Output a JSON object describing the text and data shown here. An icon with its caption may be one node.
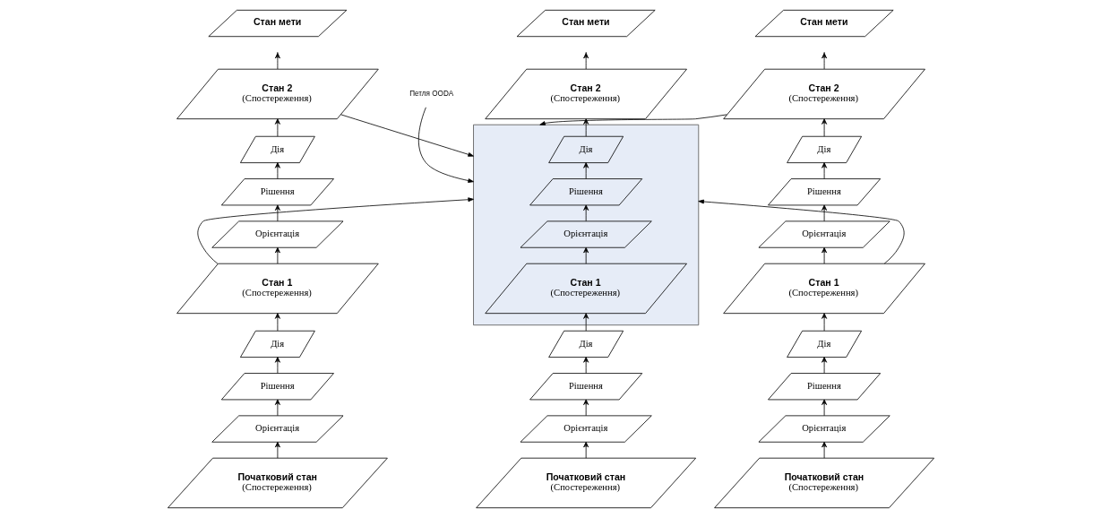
{
  "diagram": {
    "nodes": [
      {
        "text": [
          "Стан мети"
        ]
      },
      {
        "text": [
          "Стан мети"
        ]
      },
      {
        "text": [
          "Стан мети"
        ]
      },
      {
        "text": [
          "Петля OODA"
        ]
      },
      {
        "text": [
          "Стан 2",
          "(Спостереження)"
        ]
      },
      {
        "text": [
          "Рішення"
        ]
      },
      {
        "text": [
          "Орієнтація"
        ]
      },
      {
        "text": [
          "Дія"
        ]
      },
      {
        "text": [
          "Стан 1",
          "(Спостереження)"
        ]
      },
      {
        "text": [
          "Рішення"
        ]
      },
      {
        "text": [
          "Орієнтація"
        ]
      },
      {
        "text": [
          "Дія"
        ]
      },
      {
        "text": [
          "Початковий стан",
          "(Спостереження)"
        ]
      },
      {
        "text": [
          "Стан 2",
          "(Спостереження)"
        ]
      },
      {
        "text": [],
        "shape": "box"
      },
      {
        "text": [
          "Рішення"
        ],
        "in": 14
      },
      {
        "text": [
          "Орієнтація"
        ],
        "in": 14
      },
      {
        "text": [
          "Дія"
        ],
        "in": 14
      },
      {
        "text": [
          "Стан 1",
          "(Спостереження)"
        ],
        "in": 14
      },
      {
        "text": [
          "Рішення"
        ]
      },
      {
        "text": [
          "Орієнтація"
        ]
      },
      {
        "text": [
          "Дія"
        ]
      },
      {
        "text": [
          "Початковий стан",
          "(Спостереження)"
        ]
      },
      {
        "text": [
          "Стан 2",
          "(Спостереження)"
        ]
      },
      {
        "text": [
          "Рішення"
        ]
      },
      {
        "text": [
          "Орієнтація"
        ]
      },
      {
        "text": [
          "Дія"
        ]
      },
      {
        "text": [
          "Стан 1",
          "(Спостереження)"
        ]
      },
      {
        "text": [
          "Рішення"
        ]
      },
      {
        "text": [
          "Орієнтація"
        ]
      },
      {
        "text": [
          "Дія"
        ]
      },
      {
        "text": [
          "Початковий стан",
          "(Спостереження)"
        ]
      }
    ],
    "edges": [
      {
        "from": 12,
        "to": 10,
        "arrow": "to"
      },
      {
        "from": 10,
        "to": 9,
        "arrow": "to"
      },
      {
        "from": 9,
        "to": 11,
        "arrow": "to"
      },
      {
        "from": 11,
        "to": 8,
        "arrow": "to"
      },
      {
        "from": 8,
        "to": 6,
        "arrow": "to"
      },
      {
        "from": 6,
        "to": 5,
        "arrow": "to"
      },
      {
        "from": 5,
        "to": 7,
        "arrow": "to"
      },
      {
        "from": 7,
        "to": 4,
        "arrow": "to"
      },
      {
        "from": 4,
        "to": null,
        "arrow": "to"
      },
      {
        "from": 22,
        "to": 20,
        "arrow": "to"
      },
      {
        "from": 20,
        "to": 19,
        "arrow": "to"
      },
      {
        "from": 19,
        "to": 21,
        "arrow": "to"
      },
      {
        "from": 21,
        "to": 18,
        "arrow": "to"
      },
      {
        "from": 18,
        "to": 16,
        "arrow": "to"
      },
      {
        "from": 16,
        "to": 15,
        "arrow": "to"
      },
      {
        "from": 15,
        "to": 17,
        "arrow": "to"
      },
      {
        "from": 17,
        "to": 13,
        "arrow": "to"
      },
      {
        "from": 13,
        "to": null,
        "arrow": "to"
      },
      {
        "from": 31,
        "to": 29,
        "arrow": "to"
      },
      {
        "from": 29,
        "to": 28,
        "arrow": "to"
      },
      {
        "from": 28,
        "to": 30,
        "arrow": "to"
      },
      {
        "from": 30,
        "to": 27,
        "arrow": "to"
      },
      {
        "from": 27,
        "to": 25,
        "arrow": "to"
      },
      {
        "from": 25,
        "to": 24,
        "arrow": "to"
      },
      {
        "from": 24,
        "to": 26,
        "arrow": "to"
      },
      {
        "from": 26,
        "to": 23,
        "arrow": "to"
      },
      {
        "from": 23,
        "to": null,
        "arrow": "to"
      },
      {
        "from": 3,
        "to": 14,
        "arrow": "to"
      },
      {
        "from": 4,
        "to": 14,
        "arrow": "to"
      },
      {
        "from": 8,
        "to": 14,
        "arrow": "to"
      },
      {
        "from": 23,
        "to": 14,
        "arrow": "to"
      },
      {
        "from": 27,
        "to": 14,
        "arrow": "to"
      }
    ]
  }
}
